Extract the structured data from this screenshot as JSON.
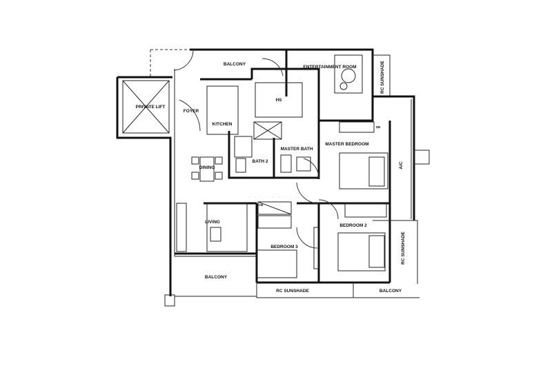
{
  "plan": {
    "rooms": {
      "balcony_top": "BALCONY",
      "entertainment_room": "ENTERTAINMENT ROOM",
      "rc_sunshade_top": "RC SUNSHADE",
      "private_lift": "PRIVATE LIFT",
      "foyer": "FOYER",
      "kitchen": "KITCHEN",
      "hs": "HS",
      "bath_2": "BATH 2",
      "master_bath": "MASTER BATH",
      "dining": "DINING",
      "master_bedroom": "MASTER BEDROOM",
      "ac": "A/C",
      "living": "LIVING",
      "bedroom_3": "BEDROOM 3",
      "bedroom_2": "BEDROOM 2",
      "rc_sunshade_right": "RC SUNSHADE",
      "balcony_left": "BALCONY",
      "rc_sunshade_bottom": "RC SUNSHADE",
      "balcony_right": "BALCONY",
      "db": "DB",
      "cb": "CB"
    }
  }
}
